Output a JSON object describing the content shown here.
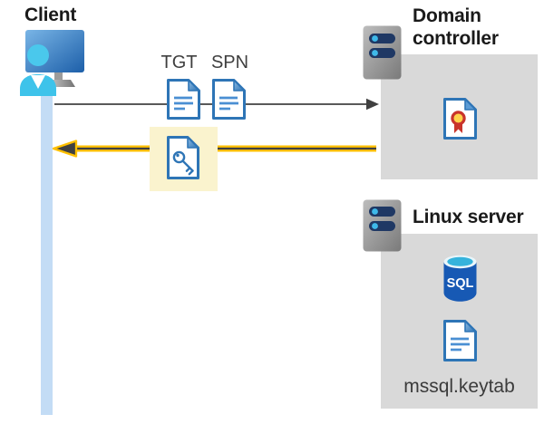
{
  "client": {
    "label": "Client"
  },
  "tickets": {
    "tgt": "TGT",
    "spn": "SPN"
  },
  "domain_controller": {
    "label": "Domain controller"
  },
  "linux_server": {
    "label": "Linux server",
    "sql_icon_label": "SQL",
    "keytab_label": "mssql.keytab"
  },
  "colors": {
    "accent_yellow": "#FFC000",
    "highlight_yellow": "#FAF3CE",
    "box_gray": "#D9D9D9",
    "request_arrow_gray": "#595959",
    "arrowhead_dark": "#404040",
    "document_blue": "#2E75B6",
    "lifeline_blue": "#C3DCF5",
    "server_bar_navy": "#1F3864",
    "server_dot_cyan": "#3FB9E9",
    "sql_body_blue": "#1759B4",
    "sql_top_cyan": "#35B3DC",
    "certificate_red": "#C9342B",
    "certificate_gold": "#FFD24A",
    "person_cyan": "#3EC3EA"
  },
  "icons": {
    "client": "client-icon",
    "server": "server-icon",
    "ticket": "document-icon",
    "service_ticket": "key-document-icon",
    "certificate": "certificate-icon",
    "database": "sql-database-icon",
    "keytab_file": "document-icon"
  }
}
